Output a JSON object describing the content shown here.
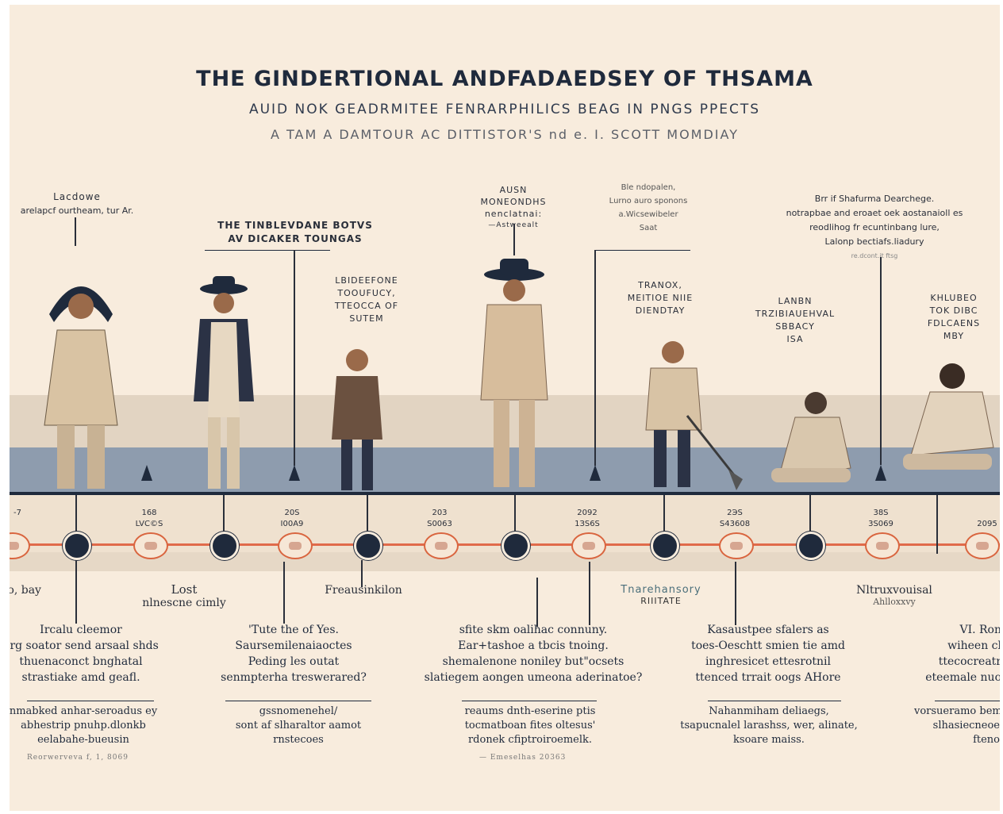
{
  "header": {
    "title": "THE GINDERTIONAL ANDFADAEDSEY OF THSAMA",
    "subtitle": "AUID NOK GEADRMITEE FENRARPHILICS BEAG IN PNGS PPECTS",
    "byline": "A TAM A DAMTOUR AC DITTISTOR'S nd e. I. SCOTT MOMDIAY"
  },
  "top_labels": [
    {
      "l1": "Lacdowe",
      "l2": "arelapcf ourtheam, tur Ar."
    },
    {
      "l1": "THE TINBLEVDANE BOTVS",
      "l2": "AV DICAKER TOUNGAS"
    },
    {
      "l1": "LBIDEEFONE",
      "l2": "TOOUFUCY,",
      "l3": "TTEOCCA OF",
      "l4": "SUTEM"
    },
    {
      "l1": "AUSN",
      "l2": "MONEONDHS",
      "l3": "nenclatnai:",
      "l4": "—Astweealt"
    },
    {
      "l1": "Ble ndopalen,",
      "l2": "Lurno auro sponons",
      "l3": "a.Wicsewibeler",
      "l4": "Saat"
    },
    {
      "l1": "TRANOX,",
      "l2": "MEITIOE NIIE",
      "l3": "DIENDTAY"
    },
    {
      "l1": "Brr if Shafurma Dearchege.",
      "l2": "notrapbae and eroaet oek aostanaioll es",
      "l3": "reodlihog fr ecuntinbang lure,",
      "l4": "Lalonp bectiafs.liadury",
      "l5": "re.dcont.it ftsg"
    },
    {
      "l1": "LANBN",
      "l2": "TRZIBIAUEHVAL",
      "l3": "SBBACY",
      "l4": "ISA"
    },
    {
      "l1": "KHLUBEO",
      "l2": "TOK DIBC",
      "l3": "FDLCAENS",
      "l4": "MBY"
    }
  ],
  "dates": [
    {
      "a": "",
      "b": "-7"
    },
    {
      "a": "168",
      "b": "LVC©S"
    },
    {
      "a": "20S",
      "b": "I00A9"
    },
    {
      "a": "203",
      "b": "S0063"
    },
    {
      "a": "2092",
      "b": "1ЗS6S"
    },
    {
      "a": "2ЭS",
      "b": "S43608"
    },
    {
      "a": "38S",
      "b": "3S069"
    },
    {
      "a": "2095",
      "b": ""
    }
  ],
  "mid_labels": [
    {
      "l1": "ɔ, bay",
      "l2": ""
    },
    {
      "l1": "Lost",
      "l2": "nlnescne cimly"
    },
    {
      "l1": "Freausinkilon",
      "l2": ""
    },
    {
      "l1": "Tnarehansory",
      "l2": "RIIITATE"
    },
    {
      "l1": "Nltruxvouisal",
      "l2": "Ahlloxxvy"
    }
  ],
  "body_texts": [
    {
      "l1": "Ircalu cleemor",
      "l2": "erg soator send arsaal shds",
      "l3": "thuenaconct bnghatal",
      "l4": "strastiake amd geafl."
    },
    {
      "l1": "'Tute the of Yes.",
      "l2": "Saursemilenaiaoctes",
      "l3": "Peding les outat",
      "l4": "senmpterha treswerared?"
    },
    {
      "l1": "sfite skm oalihac connuny.",
      "l2": "Ear+tashoe a tbcis tnoing.",
      "l3": "shemalenone noniley but\"ocsets",
      "l4": "slatiegem aongen umeona aderinatoe?"
    },
    {
      "l1": "Kasaustpee sfalers as",
      "l2": "toes-Oeschtt smien tie amd",
      "l3": "inghresicet ettesrotnil",
      "l4": "ttenced trrait oogs AHore"
    },
    {
      "l1": "VI. Ron",
      "l2": "wiheen cl",
      "l3": "ttecocreatr",
      "l4": "eteemale nuo"
    }
  ],
  "foot_texts": [
    {
      "l1": "nmabked anhar-seroadus ey",
      "l2": "abhestrip pnuhp.dlonkb",
      "l3": "eelabahe-bueusin"
    },
    {
      "l1": "gssnomenehel/",
      "l2": "sont af slharaltor aamot",
      "l3": "rnstecoes"
    },
    {
      "l1": "reaums dnth-eserine ptis",
      "l2": "tocmatboan fites oltesus'",
      "l3": "rdonek cfiptroiroemelk."
    },
    {
      "l1": "Nahanmiham deliaegs,",
      "l2": "tsapucnalel larashss, wer, alinate,",
      "l3": "ksoare maiss."
    },
    {
      "l1": "vorsueramo bem",
      "l2": "slhasiecneoe",
      "l3": "fteno"
    }
  ],
  "tiny_notes": [
    "Reorwerveva f, 1, 8069",
    "— Emeselhas 20363"
  ]
}
